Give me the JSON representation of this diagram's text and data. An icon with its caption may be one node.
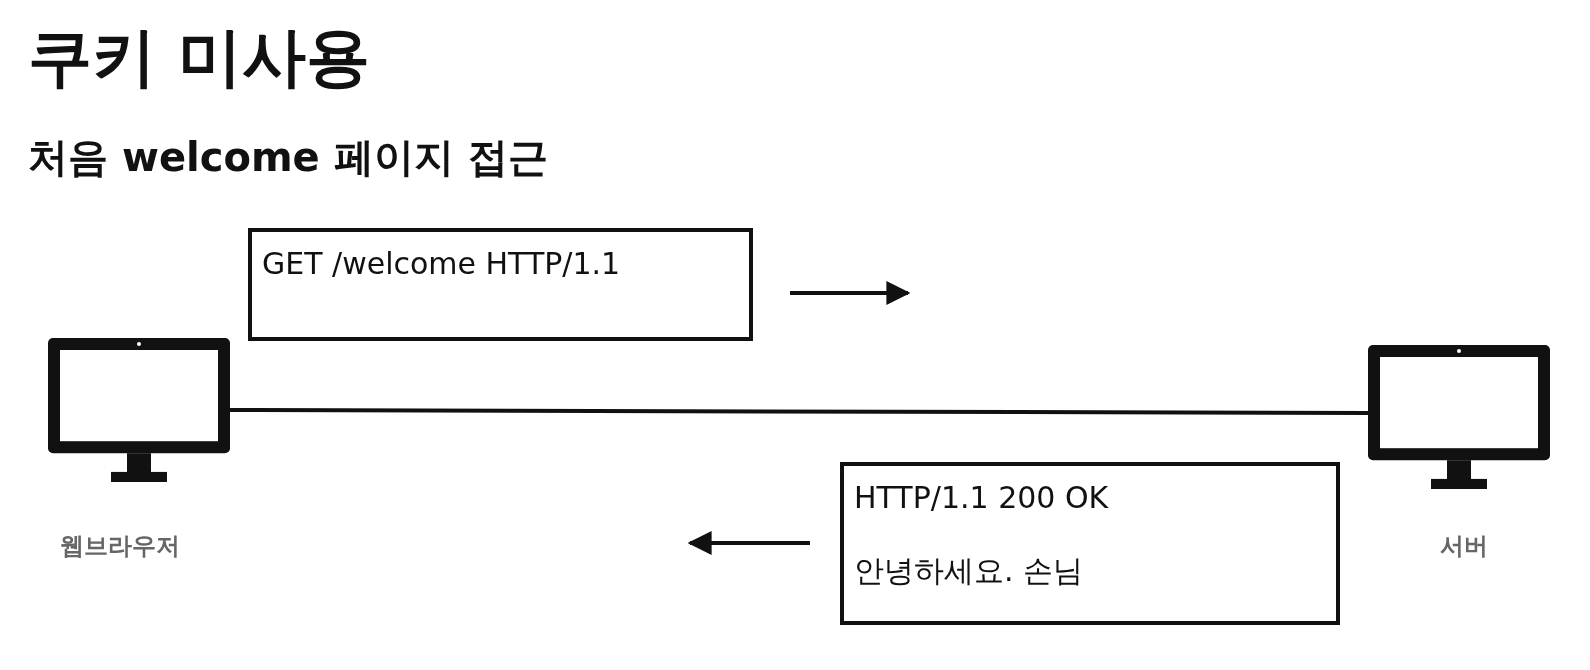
{
  "diagram": {
    "title": "쿠키 미사용",
    "nodes": [
      {
        "text": [],
        "shape": "monitor",
        "beside": [
          "웹브라우저"
        ]
      },
      {
        "text": [],
        "shape": "monitor",
        "beside": [
          "서버"
        ]
      },
      {
        "text": [
          "GET /welcome HTTP/1.1"
        ]
      },
      {
        "text": [
          "HTTP/1.1 200 OK",
          "안녕하세요. 손님"
        ]
      }
    ],
    "edges": [
      {
        "from": 0,
        "to": 1,
        "arrow": "none"
      }
    ],
    "labels": [
      "처음 welcome 페이지 접근"
    ]
  }
}
